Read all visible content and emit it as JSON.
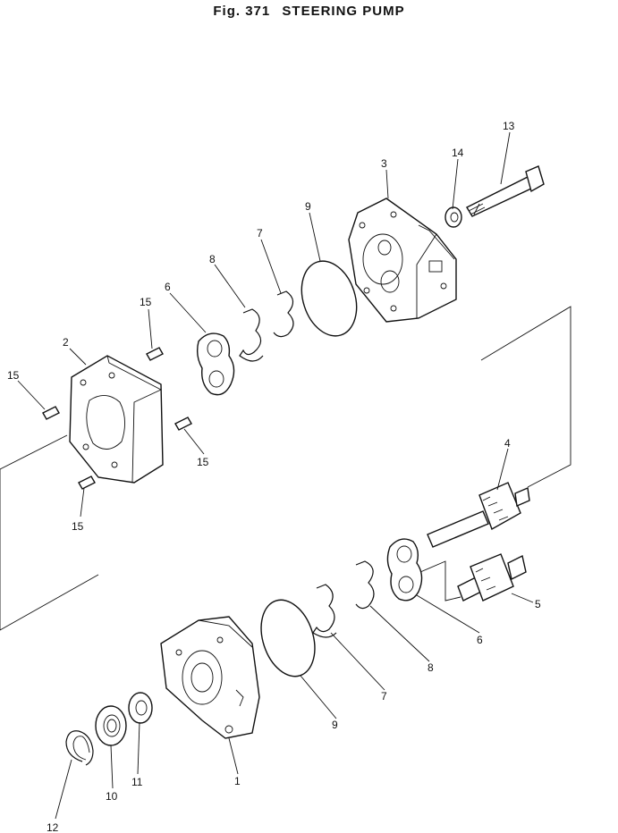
{
  "title": {
    "fig_label": "Fig. 371",
    "name": "STEERING PUMP"
  },
  "callouts": {
    "c13": "13",
    "c14": "14",
    "c3": "3",
    "c9a": "9",
    "c7a": "7",
    "c8a": "8",
    "c6a": "6",
    "c15a": "15",
    "c2": "2",
    "c15b": "15",
    "c15c": "15",
    "c15d": "15",
    "c4": "4",
    "c5": "5",
    "c6b": "6",
    "c8b": "8",
    "c7b": "7",
    "c9b": "9",
    "c1": "1",
    "c11": "11",
    "c10": "10",
    "c12": "12"
  }
}
